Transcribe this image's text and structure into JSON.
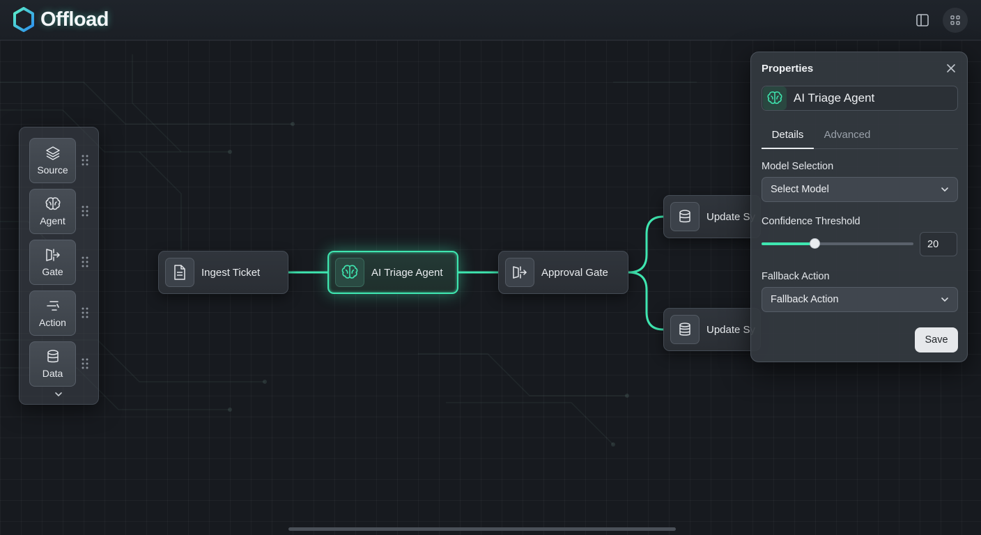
{
  "app": {
    "name": "Offload"
  },
  "palette": {
    "items": [
      {
        "label": "Source",
        "icon": "layers-icon"
      },
      {
        "label": "Agent",
        "icon": "brain-icon"
      },
      {
        "label": "Gate",
        "icon": "gate-icon"
      },
      {
        "label": "Action",
        "icon": "action-icon"
      },
      {
        "label": "Data",
        "icon": "database-icon"
      }
    ]
  },
  "flow": {
    "nodes": [
      {
        "label": "Ingest Ticket",
        "icon": "document-icon"
      },
      {
        "label": "AI Triage Agent",
        "icon": "brain-icon",
        "selected": true
      },
      {
        "label": "Approval Gate",
        "icon": "gate-icon"
      },
      {
        "label": "Update Sy",
        "icon": "database-icon"
      },
      {
        "label": "Update Sy",
        "icon": "database-stack-icon"
      }
    ]
  },
  "properties": {
    "title": "Properties",
    "node_name": "AI Triage Agent",
    "tabs": [
      {
        "label": "Details",
        "active": true
      },
      {
        "label": "Advanced"
      }
    ],
    "model_selection": {
      "label": "Model Selection",
      "value": "Select Model"
    },
    "confidence": {
      "label": "Confidence Threshold",
      "value": "20",
      "fraction": 0.35
    },
    "fallback": {
      "label": "Fallback Action",
      "value": "Fallback Action"
    },
    "save_label": "Save"
  },
  "colors": {
    "accent": "#3fe6b0",
    "background": "#16191e"
  }
}
